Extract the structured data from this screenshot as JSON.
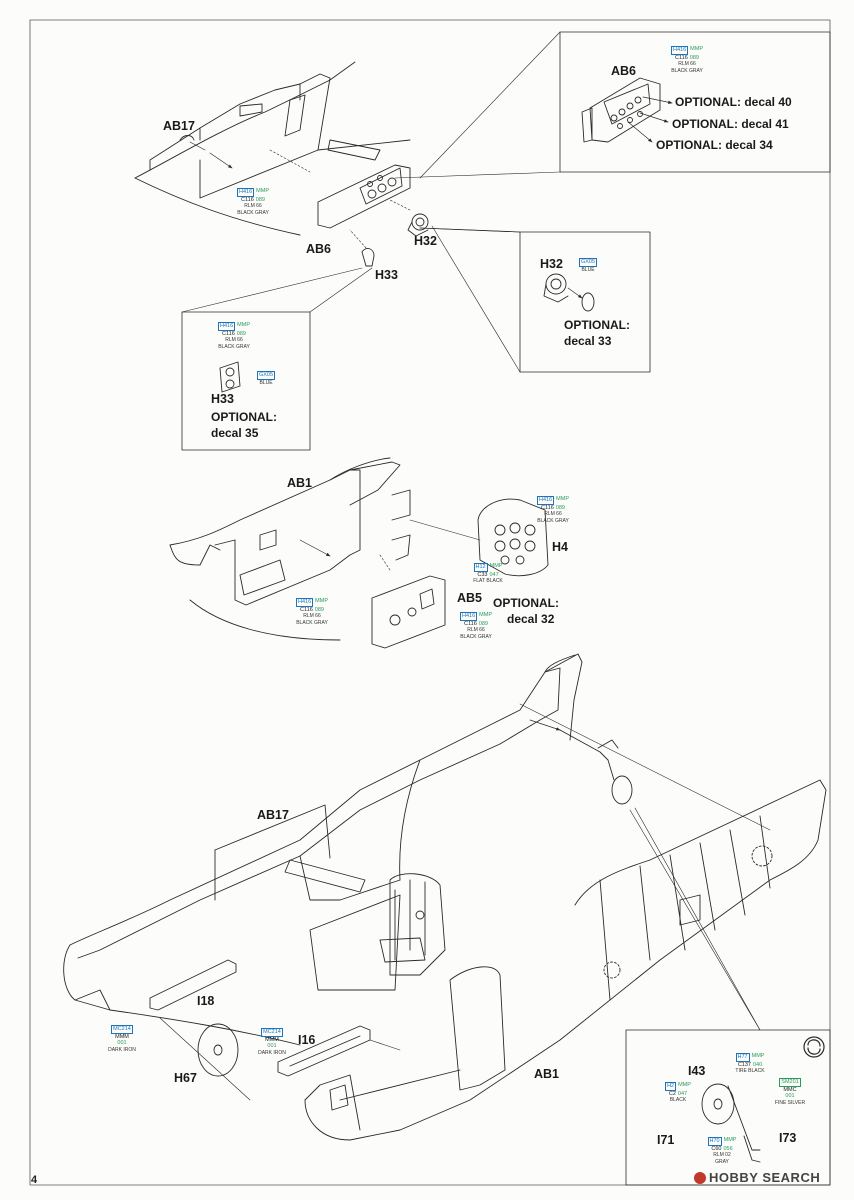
{
  "page_number": "4",
  "watermark": "HOBBY SEARCH",
  "parts": {
    "ab17_top": "AB17",
    "ab6_top": "AB6",
    "h32": "H32",
    "h33": "H33",
    "inset_ab6": "AB6",
    "inset_h32": "H32",
    "inset_h33": "H33",
    "ab1_mid": "AB1",
    "h4": "H4",
    "ab5": "AB5",
    "ab17_bottom": "AB17",
    "i18": "I18",
    "h67": "H67",
    "i16": "I16",
    "ab1_bottom": "AB1",
    "i43": "I43",
    "i71": "I71",
    "i73": "I73"
  },
  "optional": {
    "decal40": "OPTIONAL: decal 40",
    "decal41": "OPTIONAL: decal 41",
    "decal34": "OPTIONAL: decal 34",
    "decal33_a": "OPTIONAL:",
    "decal33_b": "decal 33",
    "decal35_a": "OPTIONAL:",
    "decal35_b": "decal 35",
    "decal32_a": "OPTIONAL:",
    "decal32_b": "decal 32"
  },
  "paint": {
    "rlm66": {
      "h": "H416",
      "mmp": "MMP",
      "c": "C116",
      "code": "089",
      "name1": "RLM 66",
      "name2": "BLACK GRAY"
    },
    "blue": {
      "code": "GX05",
      "name": "BLUE"
    },
    "flat_black": {
      "h": "H12",
      "mmp": "MMP",
      "c": "C33",
      "code": "047",
      "name": "FLAT BLACK"
    },
    "dark_iron": {
      "mc": "MC214",
      "mmm": "MMM",
      "code": "001",
      "name": "DARK IRON"
    },
    "tire_black": {
      "h": "H77",
      "mmp": "MMP",
      "c": "C137",
      "code": "040",
      "name": "TIRE BLACK"
    },
    "black": {
      "h": "H2",
      "mmp": "MMP",
      "c": "C2",
      "code": "047",
      "name": "BLACK"
    },
    "fine_silver": {
      "sm": "SM201",
      "mmc": "MMC",
      "code": "001",
      "name": "FINE SILVER"
    },
    "rlm02": {
      "h": "H70",
      "mmp": "MMP",
      "c": "C60",
      "code": "056",
      "name1": "RLM 02",
      "name2": "GRAY"
    }
  }
}
